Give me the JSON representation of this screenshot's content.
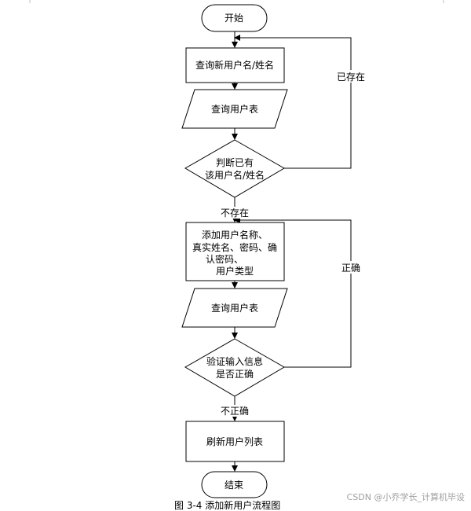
{
  "nodes": {
    "start": "开始",
    "query_name": "查询新用户名/姓名",
    "query_table_1": "查询用户表",
    "judge_exists": [
      "判断已有",
      "该用户名/姓名"
    ],
    "add_user": [
      "添加用户名称、",
      "真实姓名、密码、确",
      "认密码、",
      "用户类型"
    ],
    "query_table_2": "查询用户表",
    "verify_input": [
      "验证输入信息",
      "是否正确"
    ],
    "refresh_list": "刷新用户列表",
    "end": "结束"
  },
  "edges": {
    "exists": "已存在",
    "not_exists": "不存在",
    "correct": "正确",
    "not_correct": "不正确"
  },
  "caption": "图 3-4 添加新用户流程图",
  "watermark": "CSDN @小乔学长_计算机毕设"
}
